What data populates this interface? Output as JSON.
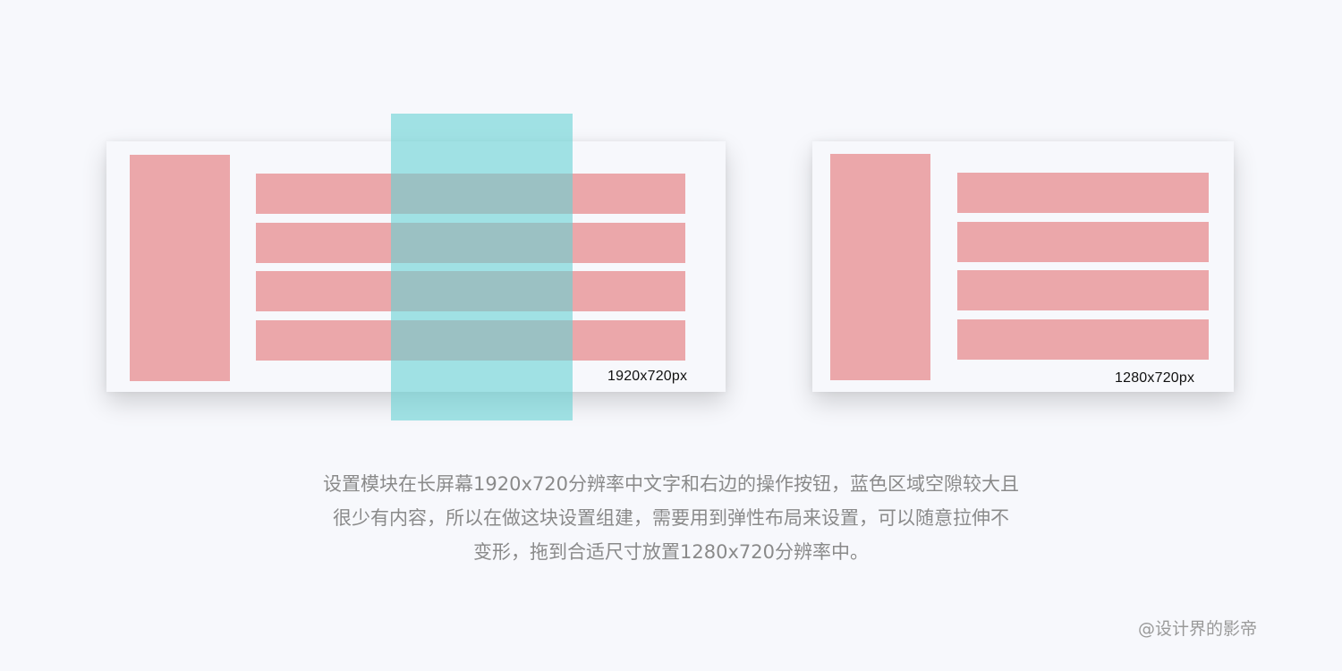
{
  "colors": {
    "background": "#f7f8fc",
    "block": "#eba7aa",
    "overlay": "#65d2d4",
    "caption_text": "#8a8a8a"
  },
  "diagram": {
    "wide_layout": {
      "label": "1920x720px"
    },
    "narrow_layout": {
      "label": "1280x720px"
    }
  },
  "caption": {
    "lines": [
      "设置模块在长屏幕1920x720分辨率中文字和右边的操作按钮，蓝色区域空隙较大且",
      "很少有内容，所以在做这块设置组建，需要用到弹性布局来设置，可以随意拉伸不",
      "变形，拖到合适尺寸放置1280x720分辨率中。"
    ]
  },
  "watermark": "@设计界的影帝"
}
